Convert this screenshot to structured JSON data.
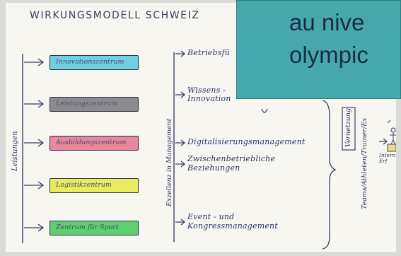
{
  "title": "WIRKUNGSMODELL SCHWEIZ",
  "left_label": "Leistungen",
  "centers": [
    {
      "label": "Innovationszentrum",
      "color": "#6fd0e0"
    },
    {
      "label": "Leistungszentrum",
      "color": "#8d8a8c"
    },
    {
      "label": "Ausbildungszentrum",
      "color": "#e9879b"
    },
    {
      "label": "Logistikzentrum",
      "color": "#e9ec5c"
    },
    {
      "label": "Zentrum für Sport",
      "color": "#5fcf70"
    }
  ],
  "middle_label": "Exzellenz in Management",
  "outcomes": [
    "Betriebsfü",
    "Wissens - Innovation",
    "Digitalisierungsmanagement",
    "Zwischenbetriebliche Beziehungen",
    "Event - und Kongressmanagement"
  ],
  "right_labels": [
    "Vernetzung",
    "Teams/Athleten/Trainer/Ex"
  ],
  "right_fragment": "Intern Erf",
  "overlay": {
    "line1": "au nive",
    "line2": "olympic"
  },
  "icon": "figure-on-podium-icon"
}
